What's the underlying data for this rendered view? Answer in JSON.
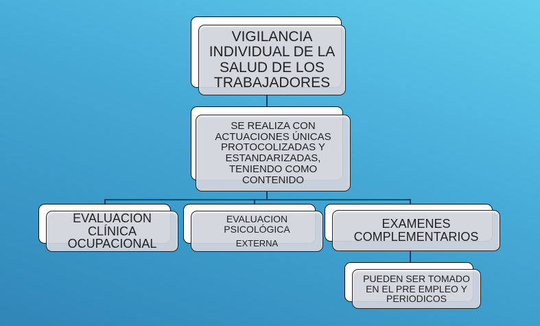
{
  "nodes": {
    "root": {
      "lines": [
        "VIGILANCIA",
        "INDIVIDUAL DE LA",
        "SALUD DE LOS",
        "TRABAJADORES"
      ]
    },
    "process": {
      "lines": [
        "SE REALIZA CON",
        "ACTUACIONES ÚNICAS",
        "PROTOCOLIZADAS Y",
        "ESTANDARIZADAS,",
        "TENIENDO COMO",
        "CONTENIDO"
      ]
    },
    "clinical": {
      "lines": [
        "EVALUACION",
        "CLÍNICA",
        "OCUPACIONAL"
      ]
    },
    "psych": {
      "lines": [
        "EVALUACION",
        "PSICOLÓGICA"
      ],
      "extra": "EXTERNA"
    },
    "exams": {
      "lines": [
        "EXAMENES",
        "COMPLEMENTARIOS"
      ]
    },
    "timing": {
      "lines": [
        "PUEDEN SER TOMADO",
        "EN EL PRE EMPLEO Y",
        "PERIODICOS"
      ]
    }
  }
}
